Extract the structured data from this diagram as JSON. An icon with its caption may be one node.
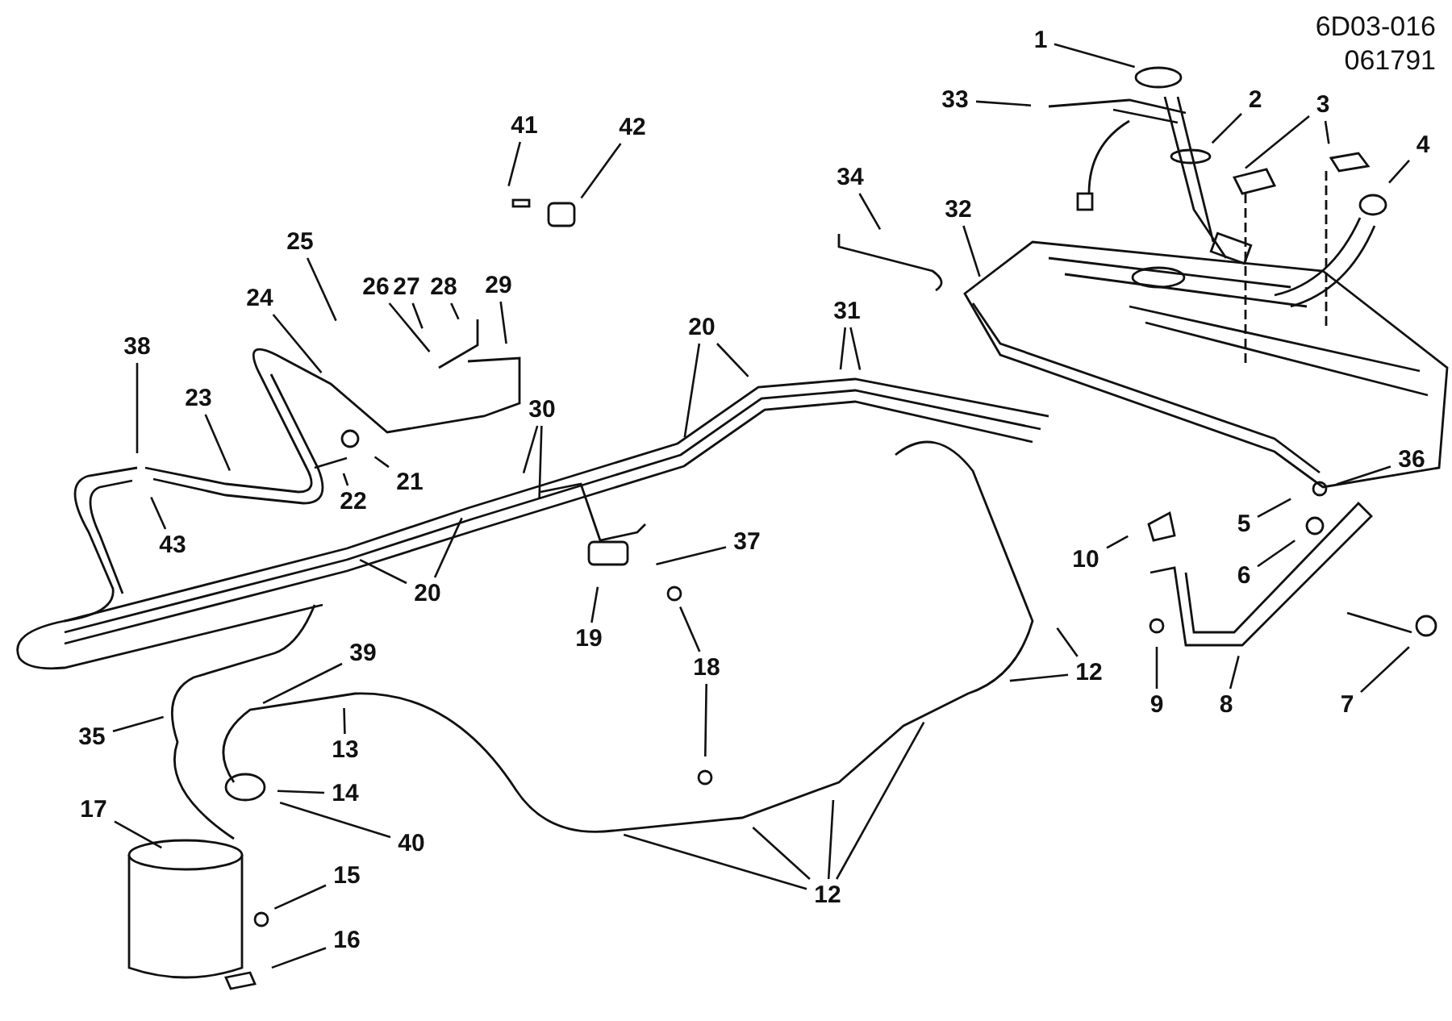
{
  "diagram": {
    "nodes": [
      {
        "text": [
          "1"
        ]
      },
      {
        "text": [
          "33"
        ]
      },
      {
        "text": [
          "2"
        ]
      },
      {
        "text": [
          "3"
        ]
      },
      {
        "text": [
          "41"
        ]
      },
      {
        "text": [
          "42"
        ]
      },
      {
        "text": [
          "4"
        ]
      },
      {
        "text": [
          "34"
        ]
      },
      {
        "text": [
          "32"
        ]
      },
      {
        "text": [
          "25"
        ]
      },
      {
        "text": [
          "26"
        ]
      },
      {
        "text": [
          "27"
        ]
      },
      {
        "text": [
          "28"
        ]
      },
      {
        "text": [
          "29"
        ]
      },
      {
        "text": [
          "24"
        ]
      },
      {
        "text": [
          "31"
        ]
      },
      {
        "text": [
          "20"
        ]
      },
      {
        "text": [
          "38"
        ]
      },
      {
        "text": [
          "23"
        ]
      },
      {
        "text": [
          "30"
        ]
      },
      {
        "text": [
          "36"
        ]
      },
      {
        "text": [
          "21"
        ]
      },
      {
        "text": [
          "22"
        ]
      },
      {
        "text": [
          "5"
        ]
      },
      {
        "text": [
          "37"
        ]
      },
      {
        "text": [
          "43"
        ]
      },
      {
        "text": [
          "10"
        ]
      },
      {
        "text": [
          "6"
        ]
      },
      {
        "text": [
          "20"
        ]
      },
      {
        "text": [
          "19"
        ]
      },
      {
        "text": [
          "39"
        ]
      },
      {
        "text": [
          "18"
        ]
      },
      {
        "text": [
          "12"
        ]
      },
      {
        "text": [
          "7"
        ]
      },
      {
        "text": [
          "8"
        ]
      },
      {
        "text": [
          "9"
        ]
      },
      {
        "text": [
          "35"
        ]
      },
      {
        "text": [
          "13"
        ]
      },
      {
        "text": [
          "14"
        ]
      },
      {
        "text": [
          "17"
        ]
      },
      {
        "text": [
          "40"
        ]
      },
      {
        "text": [
          "15"
        ]
      },
      {
        "text": [
          "12"
        ]
      },
      {
        "text": [
          "16"
        ]
      }
    ],
    "edges": [
      {
        "from": 0,
        "to": null,
        "arrow": "none"
      },
      {
        "from": 1,
        "to": null,
        "arrow": "none"
      },
      {
        "from": 2,
        "to": null,
        "arrow": "none"
      },
      {
        "from": 3,
        "to": null,
        "arrow": "none"
      },
      {
        "from": 3,
        "to": null,
        "arrow": "none"
      },
      {
        "from": 4,
        "to": null,
        "arrow": "none"
      },
      {
        "from": 5,
        "to": null,
        "arrow": "none"
      },
      {
        "from": 6,
        "to": null,
        "arrow": "none"
      },
      {
        "from": 7,
        "to": null,
        "arrow": "none"
      },
      {
        "from": 8,
        "to": null,
        "arrow": "none"
      },
      {
        "from": 9,
        "to": null,
        "arrow": "none"
      },
      {
        "from": 10,
        "to": null,
        "arrow": "none"
      },
      {
        "from": 11,
        "to": null,
        "arrow": "none"
      },
      {
        "from": 12,
        "to": null,
        "arrow": "none"
      },
      {
        "from": 13,
        "to": null,
        "arrow": "none"
      },
      {
        "from": 14,
        "to": null,
        "arrow": "none"
      },
      {
        "from": 15,
        "to": null,
        "arrow": "none"
      },
      {
        "from": 15,
        "to": null,
        "arrow": "none"
      },
      {
        "from": 16,
        "to": null,
        "arrow": "none"
      },
      {
        "from": 16,
        "to": null,
        "arrow": "none"
      },
      {
        "from": 17,
        "to": null,
        "arrow": "none"
      },
      {
        "from": 18,
        "to": null,
        "arrow": "none"
      },
      {
        "from": 19,
        "to": null,
        "arrow": "none"
      },
      {
        "from": 19,
        "to": null,
        "arrow": "none"
      },
      {
        "from": 20,
        "to": null,
        "arrow": "none"
      },
      {
        "from": 21,
        "to": null,
        "arrow": "none"
      },
      {
        "from": 22,
        "to": null,
        "arrow": "none"
      },
      {
        "from": 23,
        "to": null,
        "arrow": "none"
      },
      {
        "from": 24,
        "to": null,
        "arrow": "none"
      },
      {
        "from": 25,
        "to": null,
        "arrow": "none"
      },
      {
        "from": 26,
        "to": null,
        "arrow": "none"
      },
      {
        "from": 27,
        "to": null,
        "arrow": "none"
      },
      {
        "from": 28,
        "to": null,
        "arrow": "none"
      },
      {
        "from": 28,
        "to": null,
        "arrow": "none"
      },
      {
        "from": 29,
        "to": null,
        "arrow": "none"
      },
      {
        "from": 30,
        "to": null,
        "arrow": "none"
      },
      {
        "from": 31,
        "to": null,
        "arrow": "none"
      },
      {
        "from": 31,
        "to": null,
        "arrow": "none"
      },
      {
        "from": 32,
        "to": null,
        "arrow": "none"
      },
      {
        "from": 32,
        "to": null,
        "arrow": "none"
      },
      {
        "from": 33,
        "to": null,
        "arrow": "none"
      },
      {
        "from": 34,
        "to": null,
        "arrow": "none"
      },
      {
        "from": 35,
        "to": null,
        "arrow": "none"
      },
      {
        "from": 36,
        "to": null,
        "arrow": "none"
      },
      {
        "from": 37,
        "to": null,
        "arrow": "none"
      },
      {
        "from": 38,
        "to": null,
        "arrow": "none"
      },
      {
        "from": 39,
        "to": null,
        "arrow": "none"
      },
      {
        "from": 40,
        "to": null,
        "arrow": "none"
      },
      {
        "from": 41,
        "to": null,
        "arrow": "none"
      },
      {
        "from": 42,
        "to": null,
        "arrow": "none"
      },
      {
        "from": 42,
        "to": null,
        "arrow": "none"
      },
      {
        "from": 42,
        "to": null,
        "arrow": "none"
      },
      {
        "from": 42,
        "to": null,
        "arrow": "none"
      },
      {
        "from": 43,
        "to": null,
        "arrow": "none"
      }
    ],
    "labels": [
      "6D03-016",
      "061791"
    ]
  }
}
